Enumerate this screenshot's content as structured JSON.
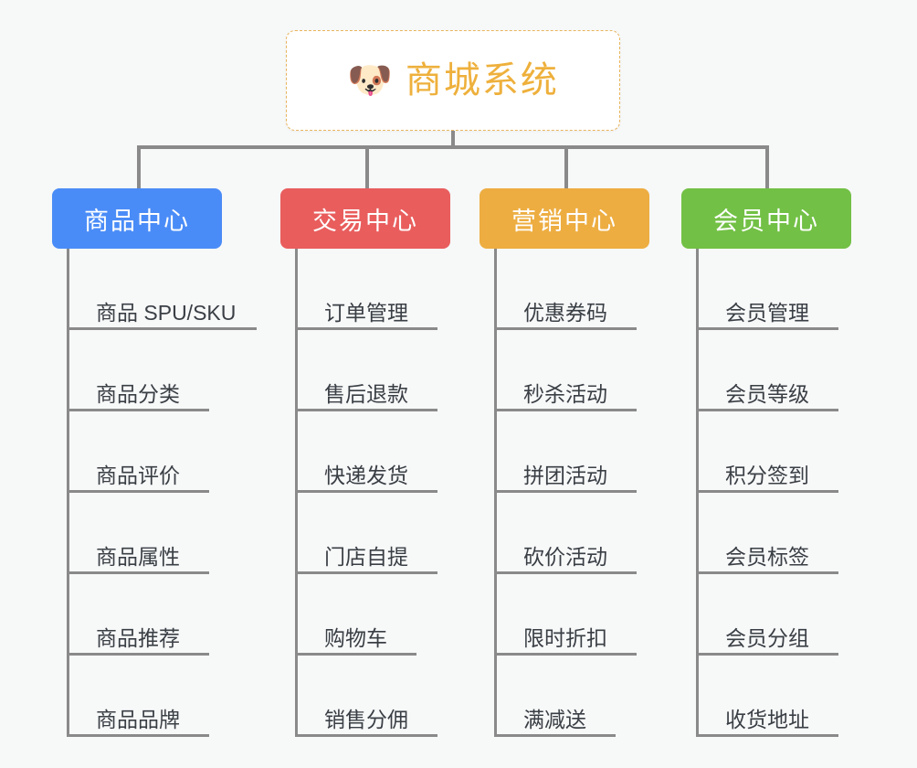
{
  "canvas": {
    "background": "#f7f8f8",
    "line_color": "#8a8a8a"
  },
  "root": {
    "icon": "dog-face-icon",
    "icon_glyph": "🐶",
    "title": "商城系统",
    "accent_color": "#eeb03c",
    "border_color": "#e8b45c",
    "background": "#ffffff"
  },
  "columns": [
    {
      "id": "product-center",
      "label": "商品中心",
      "color": "#4a8cf7",
      "items": [
        "商品 SPU/SKU",
        "商品分类",
        "商品评价",
        "商品属性",
        "商品推荐",
        "商品品牌"
      ]
    },
    {
      "id": "trade-center",
      "label": "交易中心",
      "color": "#e95d5d",
      "items": [
        "订单管理",
        "售后退款",
        "快递发货",
        "门店自提",
        "购物车",
        "销售分佣"
      ]
    },
    {
      "id": "marketing-center",
      "label": "营销中心",
      "color": "#edad41",
      "items": [
        "优惠券码",
        "秒杀活动",
        "拼团活动",
        "砍价活动",
        "限时折扣",
        "满减送"
      ]
    },
    {
      "id": "member-center",
      "label": "会员中心",
      "color": "#72c045",
      "items": [
        "会员管理",
        "会员等级",
        "积分签到",
        "会员标签",
        "会员分组",
        "收货地址"
      ]
    }
  ]
}
